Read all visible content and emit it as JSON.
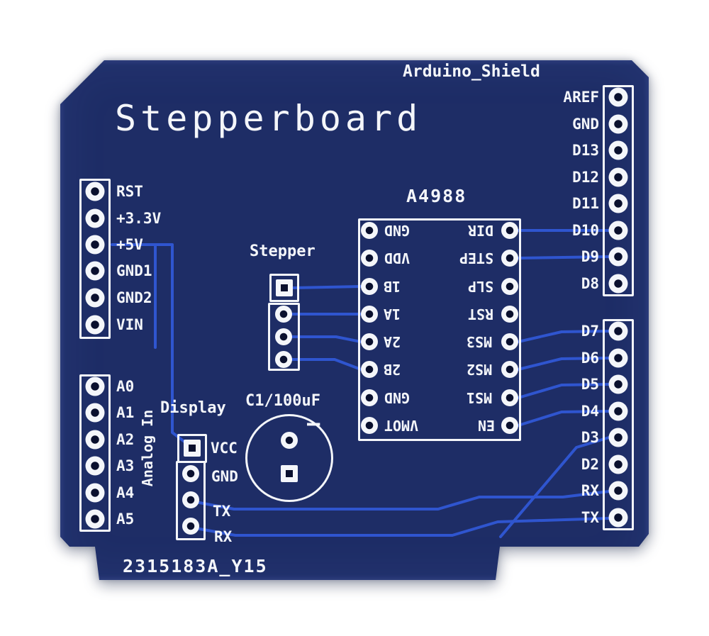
{
  "board": {
    "title": "Stepperboard",
    "subtitle": "Arduino_Shield",
    "part_number": "2315183A_Y15",
    "colors": {
      "board": "#1e2d66",
      "trace": "#2f55cf",
      "silkscreen": "#f4f6fa",
      "hole": "#0a102e"
    }
  },
  "headers": {
    "power": {
      "labels": [
        "RST",
        "+3.3V",
        "+5V",
        "GND1",
        "GND2",
        "VIN"
      ]
    },
    "analog": {
      "group_label": "Analog In",
      "labels": [
        "A0",
        "A1",
        "A2",
        "A3",
        "A4",
        "A5"
      ]
    },
    "digital_top": {
      "labels": [
        "AREF",
        "GND",
        "D13",
        "D12",
        "D11",
        "D10",
        "D9",
        "D8"
      ]
    },
    "digital_bottom": {
      "labels": [
        "D7",
        "D6",
        "D5",
        "D4",
        "D3",
        "D2",
        "RX",
        "TX"
      ]
    }
  },
  "ic": {
    "name": "A4988",
    "left_pins": [
      "GND",
      "VDD",
      "1B",
      "1A",
      "2A",
      "2B",
      "GND",
      "VMOT"
    ],
    "right_pins": [
      "DIR",
      "STEP",
      "SLP",
      "RST",
      "MS3",
      "MS2",
      "MS1",
      "EN"
    ]
  },
  "connectors": {
    "stepper": {
      "label": "Stepper"
    },
    "display": {
      "label": "Display",
      "pin_labels": [
        "VCC",
        "GND",
        "TX",
        "RX"
      ]
    }
  },
  "capacitor": {
    "label": "C1/100uF",
    "polarity_mark": "−"
  }
}
